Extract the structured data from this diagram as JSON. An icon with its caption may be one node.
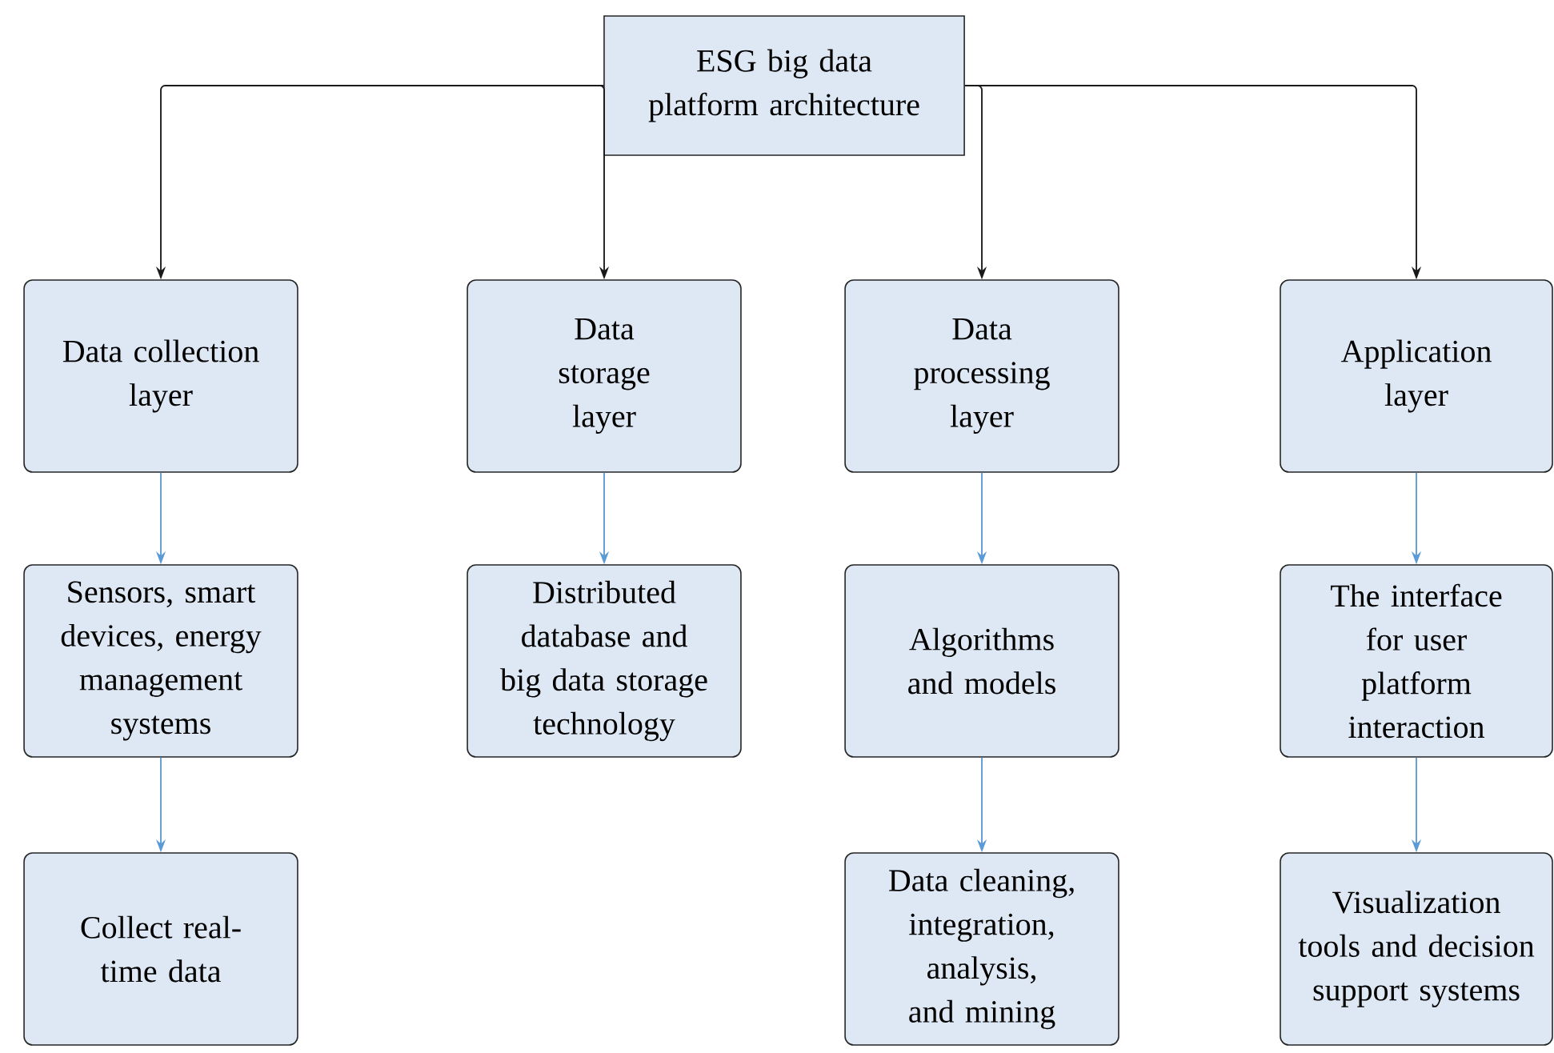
{
  "diagram": {
    "nodes": [
      {
        "text": [
          "ESG big data platform architecture"
        ]
      },
      {
        "text": [
          "Data collection layer"
        ]
      },
      {
        "text": [
          "Data storage layer"
        ]
      },
      {
        "text": [
          "Data processing layer"
        ]
      },
      {
        "text": [
          "Application layer"
        ]
      },
      {
        "text": [
          "Sensors, smart devices, energy management systems"
        ]
      },
      {
        "text": [
          "Distributed database and big data storage technology"
        ]
      },
      {
        "text": [
          "Algorithms and models"
        ]
      },
      {
        "text": [
          "The interface for user platform interaction"
        ]
      },
      {
        "text": [
          "Collect real-time data"
        ]
      },
      {
        "text": [
          "Data cleaning, integration, analysis, and mining"
        ]
      },
      {
        "text": [
          "Visualization tools and decision support systems"
        ]
      }
    ],
    "edges": [
      {
        "from": 0,
        "to": 1,
        "arrow": "to",
        "color": "#1a1a1a"
      },
      {
        "from": 0,
        "to": 2,
        "arrow": "to",
        "color": "#1a1a1a"
      },
      {
        "from": 0,
        "to": 3,
        "arrow": "to",
        "color": "#1a1a1a"
      },
      {
        "from": 0,
        "to": 4,
        "arrow": "to",
        "color": "#1a1a1a"
      },
      {
        "from": 1,
        "to": 5,
        "arrow": "to"
      },
      {
        "from": 2,
        "to": 6,
        "arrow": "to"
      },
      {
        "from": 3,
        "to": 7,
        "arrow": "to"
      },
      {
        "from": 4,
        "to": 8,
        "arrow": "to"
      },
      {
        "from": 5,
        "to": 9,
        "arrow": "to"
      },
      {
        "from": 7,
        "to": 10,
        "arrow": "to"
      },
      {
        "from": 8,
        "to": 11,
        "arrow": "to"
      }
    ]
  }
}
